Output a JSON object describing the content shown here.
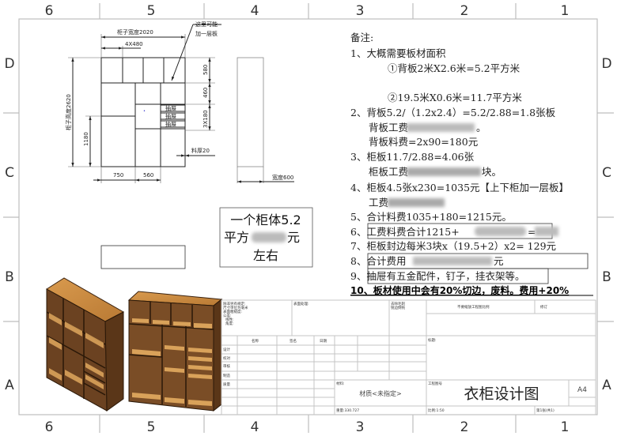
{
  "frame": {
    "columns": [
      "6",
      "5",
      "4",
      "3",
      "2",
      "1"
    ],
    "rows": [
      "D",
      "C",
      "B",
      "A"
    ]
  },
  "front_view": {
    "width_label": "柜子宽度2020",
    "top_cells_label": "4X480",
    "height_label": "柜子高度2620",
    "lower_height": "1180",
    "top_row": "580",
    "mid_row": "460",
    "drawers_dim": "3X180",
    "drawer_label": "抽屉",
    "thickness": "料厚20",
    "left_col": "750",
    "mid_col": "560",
    "callout_line1": "这里可能",
    "callout_line2": "加一层板"
  },
  "side_view": {
    "depth_label": "宽度600"
  },
  "summary_box": {
    "line1": "一个柜体5.2",
    "line2a": "平方",
    "line2b": "元",
    "line3": "左右"
  },
  "notes": {
    "title": "备注:",
    "lines": [
      "1、大概需要板材面积",
      "①背板2米X2.6米=5.2平方米",
      "②19.5米X0.6米=11.7平方米",
      "2、背板5.2/（1.2x2.4）=5.2/2.88=1.8张板",
      "背板工费",
      "。",
      "背板料费=2x90=180元",
      "3、柜板11.7/2.88=4.06张",
      "柜板工费",
      "块。",
      "4、柜板4.5张x230=1035元【上下柜加一层板】",
      "工费",
      "5、合计料费1035+180=1215元。",
      "6、工费料费合计1215+",
      "=",
      "7、柜板封边每米3块x（19.5+2）x2=     129元",
      "8、合计费用",
      "元",
      "9、抽屉有五金配件，钉子，挂衣架等。",
      "10、板材使用中会有20%切边，废料。费用+20%"
    ]
  },
  "title_block": {
    "tolerance": [
      "除非另有规定:",
      "尺寸单位为毫米",
      "表面粗糙度:",
      "公差:",
      "线性:",
      "角度:"
    ],
    "finish": "表面处理:",
    "deburr": [
      "去除毛刺",
      "锐边倒钝"
    ],
    "no_scale": "不要缩放工程图比例",
    "revision": "修订",
    "headers": [
      "名称",
      "签名",
      "日期"
    ],
    "roles": [
      "设计",
      "校对",
      "审核",
      "制造",
      "质量"
    ],
    "title_label": "标题:",
    "material_label": "材料:",
    "material": "材质<未指定>",
    "drawing_no_label": "工程图号",
    "drawing_title": "衣柜设计图",
    "size": "A4",
    "weight": "重量:330.727",
    "scale": "比例:1:50",
    "sheet": "第1张(共1)"
  }
}
